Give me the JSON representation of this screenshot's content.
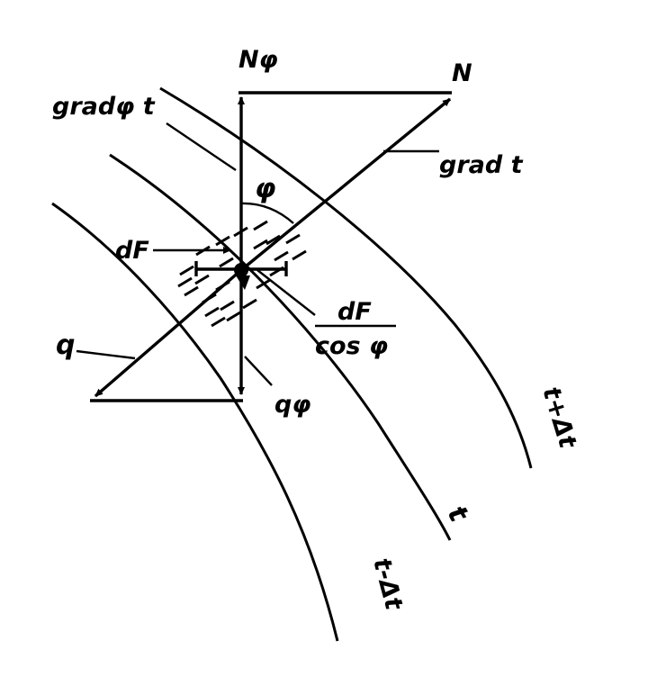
{
  "labels": {
    "n_phi": "Nφ",
    "n": "N",
    "grad_phi_t": "gradφ t",
    "grad_t": "grad t",
    "phi": "φ",
    "df": "dF",
    "df_cos_num": "dF",
    "df_cos_den": "cos φ",
    "q": "q",
    "q_phi": "qφ",
    "t": "t",
    "t_plus": "t+Δt",
    "t_minus": "t-Δt"
  }
}
